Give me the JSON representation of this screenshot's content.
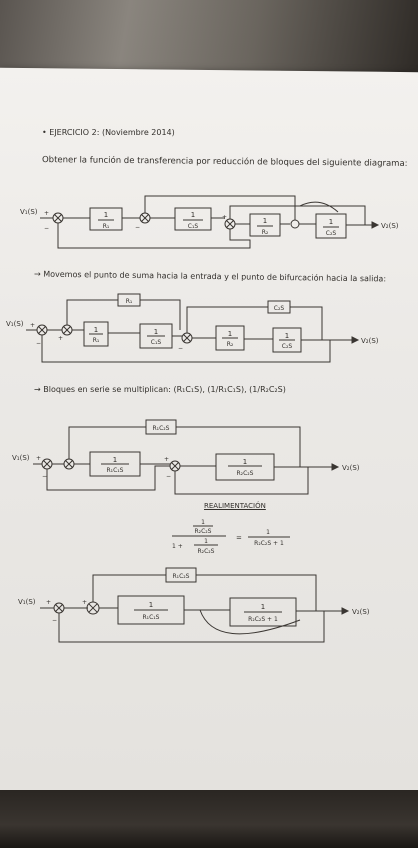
{
  "title": "• EJERCICIO 2: (Noviembre 2014)",
  "intro": "Obtener la función de transferencia por reducción de bloques del siguiente diagrama:",
  "step1": "→ Movemos el punto de suma hacia la entrada y el punto de bifurcación hacia la salida:",
  "step2": "→ Bloques en serie se multiplican: (R₁C₁S), (1/R₁C₁S), (1/R₂C₂S)",
  "realimentacion_label": "REALIMENTACIÓN",
  "d1": {
    "input": "V₁(S)",
    "output": "V₂(S)",
    "b1_num": "1",
    "b1_den": "R₁",
    "b2_num": "1",
    "b2_den": "C₁S",
    "b3_num": "1",
    "b3_den": "R₂",
    "b4_num": "1",
    "b4_den": "C₂S"
  },
  "d2": {
    "input": "V₁(S)",
    "output": "V₂(S)",
    "fb_r": "R₁",
    "fb_c": "C₂S",
    "b1_num": "1",
    "b1_den": "R₁",
    "b2_num": "1",
    "b2_den": "C₁S",
    "b3_num": "1",
    "b3_den": "R₂",
    "b4_num": "1",
    "b4_den": "C₂S"
  },
  "d3": {
    "input": "V₁(S)",
    "output": "V₂(S)",
    "fb": "R₁C₂S",
    "b1_num": "1",
    "b1_den": "R₁C₁S",
    "b2_num": "1",
    "b2_den": "R₂C₂S"
  },
  "formula": {
    "num_num": "1",
    "num_den": "R₂C₂S",
    "den_prefix": "1 +",
    "den_num": "1",
    "den_den": "R₂C₂S",
    "result_num": "1",
    "result_den": "R₂C₂S + 1"
  },
  "d4": {
    "input": "V₁(S)",
    "output": "V₂(S)",
    "fb": "R₁C₂S",
    "b1_num": "1",
    "b1_den": "R₁C₁S",
    "b2_num": "1",
    "b2_den": "R₂C₂S + 1"
  }
}
